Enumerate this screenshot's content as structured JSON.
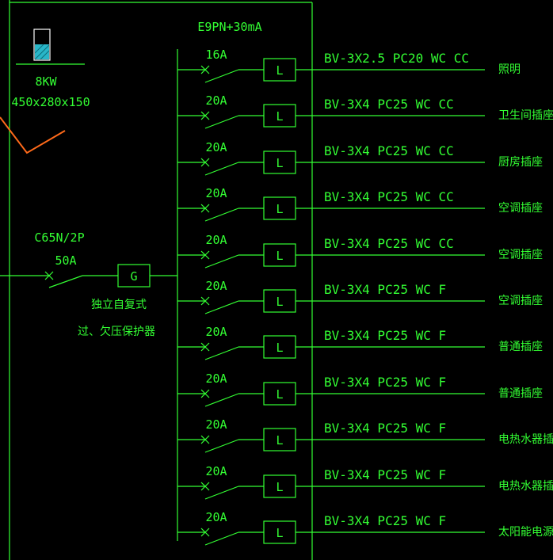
{
  "panel": {
    "power": "8KW",
    "size": "450x280x150",
    "header": "E9PN+30mA"
  },
  "main_breaker": {
    "model": "C65N/2P",
    "rating": "50A",
    "device_symbol": "G",
    "protector_line1": "独立自复式",
    "protector_line2": "过、欠压保护器"
  },
  "module_symbol": "L",
  "colors": {
    "line": "#33ff33",
    "accent": "#ff6a1a",
    "background": "#000000",
    "meter": "#29b6c8"
  },
  "circuits": [
    {
      "rating": "16A",
      "cable": "BV-3X2.5 PC20 WC CC",
      "load": "照明"
    },
    {
      "rating": "20A",
      "cable": "BV-3X4 PC25 WC CC",
      "load": "卫生间插座"
    },
    {
      "rating": "20A",
      "cable": "BV-3X4 PC25 WC CC",
      "load": "厨房插座"
    },
    {
      "rating": "20A",
      "cable": "BV-3X4 PC25 WC CC",
      "load": "空调插座"
    },
    {
      "rating": "20A",
      "cable": "BV-3X4 PC25 WC CC",
      "load": "空调插座"
    },
    {
      "rating": "20A",
      "cable": "BV-3X4 PC25 WC F",
      "load": "空调插座"
    },
    {
      "rating": "20A",
      "cable": "BV-3X4 PC25 WC F",
      "load": "普通插座"
    },
    {
      "rating": "20A",
      "cable": "BV-3X4 PC25 WC F",
      "load": "普通插座"
    },
    {
      "rating": "20A",
      "cable": "BV-3X4 PC25 WC F",
      "load": "电热水器插座"
    },
    {
      "rating": "20A",
      "cable": "BV-3X4 PC25 WC F",
      "load": "电热水器插座"
    },
    {
      "rating": "20A",
      "cable": "BV-3X4 PC25 WC F",
      "load": "太阳能电源"
    }
  ]
}
